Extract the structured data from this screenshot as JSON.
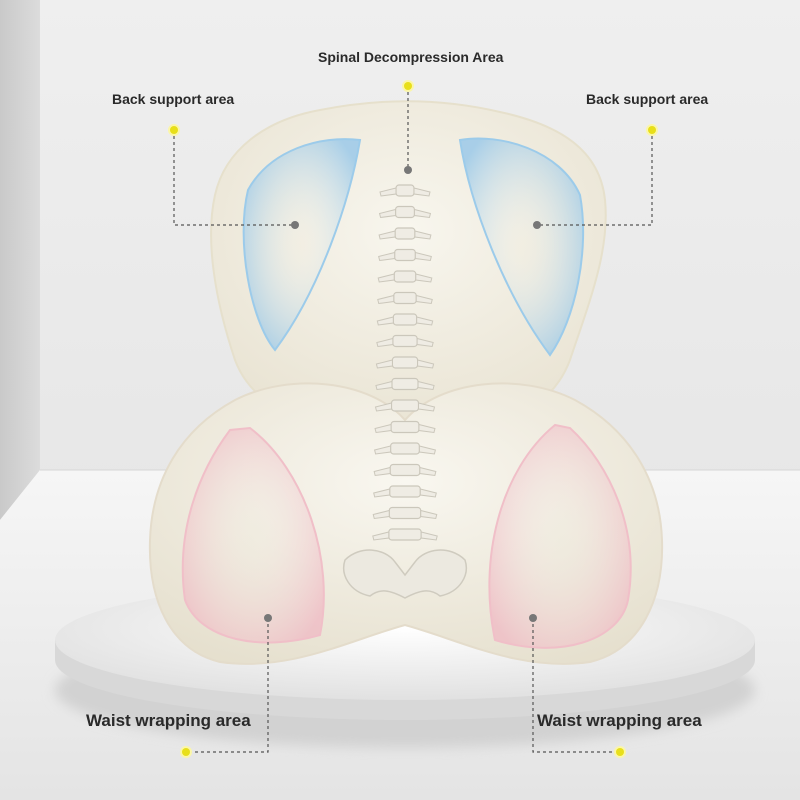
{
  "annotations": {
    "spinal": "Spinal Decompression Area",
    "back_left": "Back support area",
    "back_right": "Back support area",
    "waist_left": "Waist wrapping area",
    "waist_right": "Waist wrapping area"
  },
  "colors": {
    "marker_yellow": "#e8df1a",
    "leader_line": "#555555",
    "cushion": "#f3efe2",
    "back_zone": "#8fc4ea",
    "waist_zone": "#f0b9c4"
  }
}
